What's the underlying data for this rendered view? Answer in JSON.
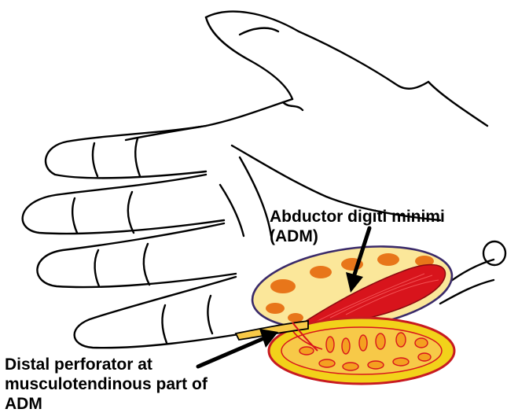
{
  "labels": {
    "adm_line1": "Abductor digiti minimi",
    "adm_line2": "(ADM)",
    "perf_line1": "Distal perforator at",
    "perf_line2": "musculotendinous part of",
    "perf_line3": "ADM"
  },
  "colors": {
    "outline": "#000000",
    "muscle": "#d8141c",
    "fat": "#f2d21a",
    "fat_light": "#fbe79a",
    "fat_dots": "#e8761a",
    "tendon_fill": "#f7c948"
  }
}
